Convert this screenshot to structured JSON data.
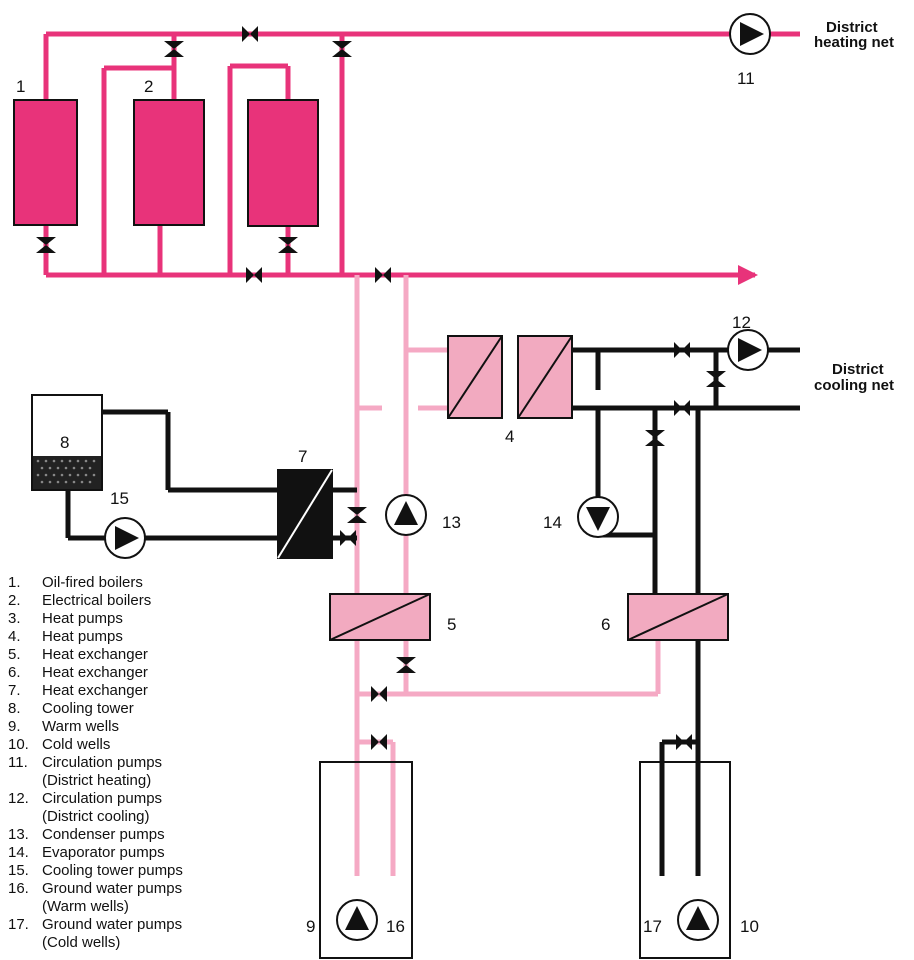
{
  "labels": {
    "district_heating": [
      "District",
      "heating net"
    ],
    "district_cooling": [
      "District",
      "cooling net"
    ],
    "n1": "1",
    "n2": "2",
    "n4": "4",
    "n5": "5",
    "n6": "6",
    "n7": "7",
    "n8": "8",
    "n9": "9",
    "n10": "10",
    "n11": "11",
    "n12": "12",
    "n13": "13",
    "n14": "14",
    "n15": "15",
    "n16": "16",
    "n17": "17"
  },
  "legend": [
    {
      "num": "1.",
      "text": "Oil-fired boilers"
    },
    {
      "num": "2.",
      "text": "Electrical boilers"
    },
    {
      "num": "3.",
      "text": "Heat pumps"
    },
    {
      "num": "4.",
      "text": "Heat pumps"
    },
    {
      "num": "5.",
      "text": "Heat exchanger"
    },
    {
      "num": "6.",
      "text": "Heat exchanger"
    },
    {
      "num": "7.",
      "text": "Heat exchanger"
    },
    {
      "num": "8.",
      "text": "Cooling tower"
    },
    {
      "num": "9.",
      "text": "Warm wells"
    },
    {
      "num": "10.",
      "text": "Cold wells"
    },
    {
      "num": "11.",
      "text": "Circulation pumps\n(District heating)"
    },
    {
      "num": "12.",
      "text": "Circulation pumps\n(District cooling)"
    },
    {
      "num": "13.",
      "text": "Condenser pumps"
    },
    {
      "num": "14.",
      "text": "Evaporator pumps"
    },
    {
      "num": "15.",
      "text": "Cooling tower pumps"
    },
    {
      "num": "16.",
      "text": "Ground water pumps\n(Warm wells)"
    },
    {
      "num": "17.",
      "text": "Ground water pumps\n(Cold wells)"
    }
  ],
  "colors": {
    "hot": "#e8337a",
    "warm": "#f5a9c4",
    "cold": "#111111",
    "equipment_hot": "#e8337a",
    "equipment_warm": "#f2aac0"
  }
}
